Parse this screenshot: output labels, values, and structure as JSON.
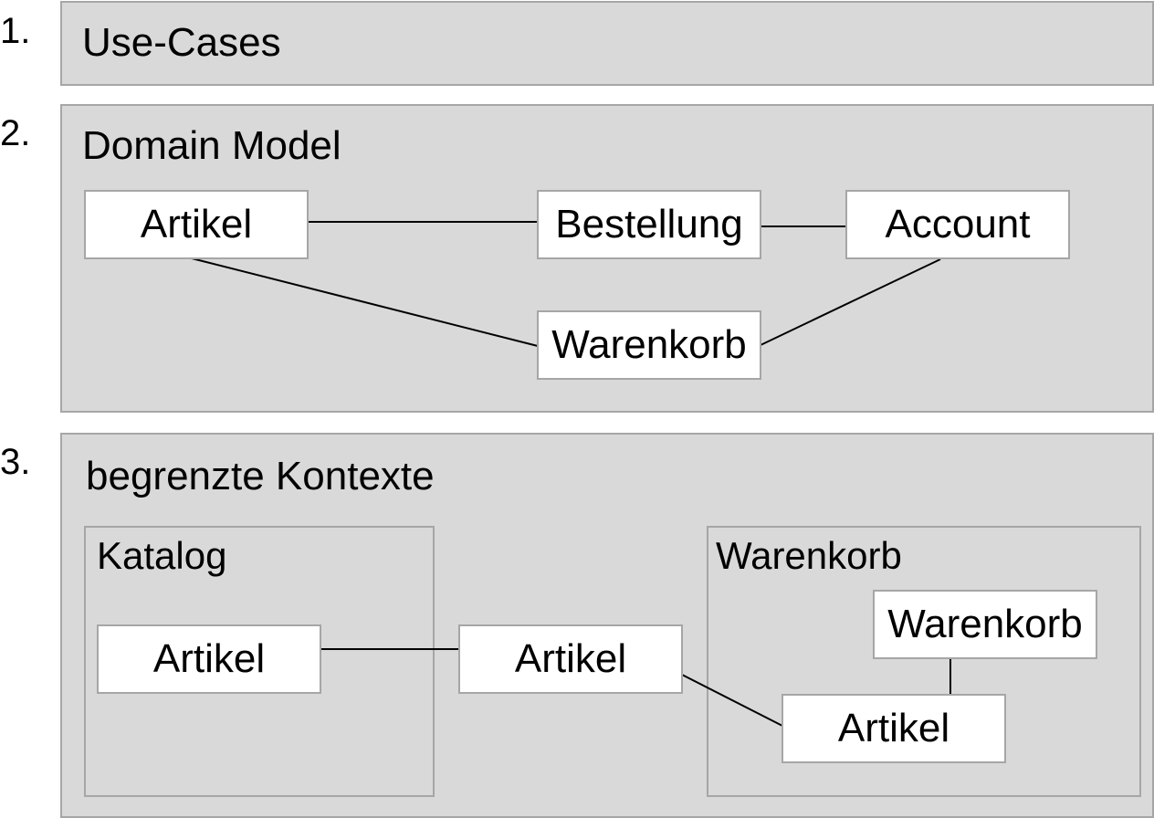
{
  "steps": [
    {
      "number": "1.",
      "title": "Use-Cases"
    },
    {
      "number": "2.",
      "title": "Domain Model"
    },
    {
      "number": "3.",
      "title": "begrenzte Kontexte"
    }
  ],
  "domain_model": {
    "entities": [
      "Artikel",
      "Bestellung",
      "Account",
      "Warenkorb"
    ],
    "relations": [
      [
        "Artikel",
        "Bestellung"
      ],
      [
        "Bestellung",
        "Account"
      ],
      [
        "Artikel",
        "Warenkorb"
      ],
      [
        "Account",
        "Warenkorb"
      ]
    ]
  },
  "bounded_contexts": {
    "contexts": [
      {
        "name": "Katalog",
        "entities": [
          "Artikel"
        ]
      },
      {
        "name": "Warenkorb",
        "entities": [
          "Warenkorb",
          "Artikel"
        ]
      }
    ],
    "shared_entity": "Artikel"
  }
}
